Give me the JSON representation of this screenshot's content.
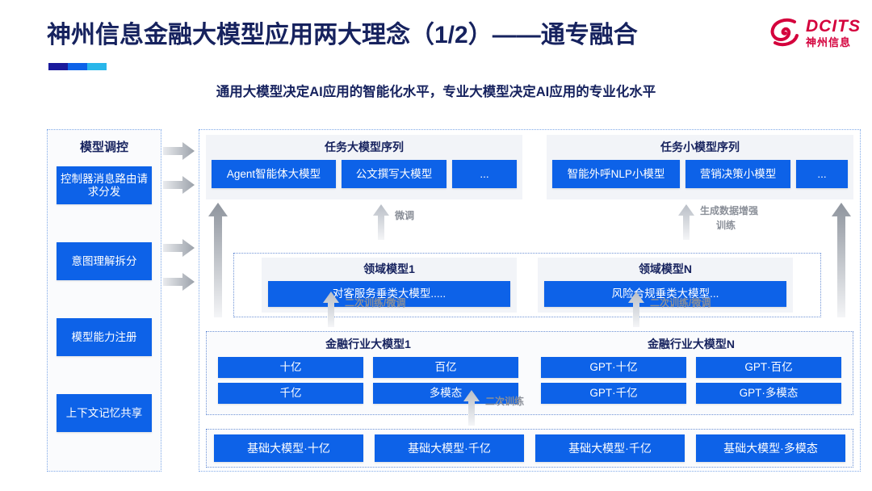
{
  "header": {
    "title": "神州信息金融大模型应用两大理念（1/2）——通专融合",
    "subtitle": "通用大模型决定AI应用的智能化水平，专业大模型决定AI应用的专业化水平",
    "logo_en": "DCITS",
    "logo_cn": "神州信息",
    "accent_color": "#0d62e8",
    "title_color": "#16225e",
    "logo_color": "#d4003c"
  },
  "sidebar": {
    "title": "模型调控",
    "items": [
      {
        "label": "控制器消息路由请求分发"
      },
      {
        "label": "意图理解拆分"
      },
      {
        "label": "模型能力注册"
      },
      {
        "label": "上下文记忆共享"
      }
    ]
  },
  "task_sequences": [
    {
      "title": "任务大模型序列",
      "items": [
        "Agent智能体大模型",
        "公文撰写大模型",
        "..."
      ]
    },
    {
      "title": "任务小模型序列",
      "items": [
        "智能外呼NLP小模型",
        "营销决策小模型",
        "..."
      ]
    }
  ],
  "domain_models": [
    {
      "title": "领域模型1",
      "item": "对客服务垂类大模型....."
    },
    {
      "title": "领域模型N",
      "item": "风险合规垂类大模型..."
    }
  ],
  "industry_models": [
    {
      "title": "金融行业大模型1",
      "items": [
        "十亿",
        "百亿",
        "千亿",
        "多模态"
      ]
    },
    {
      "title": "金融行业大模型N",
      "items": [
        "GPT·十亿",
        "GPT·百亿",
        "GPT·千亿",
        "GPT·多模态"
      ]
    }
  ],
  "base_models": [
    "基础大模型·十亿",
    "基础大模型·千亿",
    "基础大模型·千亿",
    "基础大模型·多模态"
  ],
  "flow_labels": {
    "finetune": "微调",
    "data_augment_line1": "生成数据增强",
    "data_augment_line2": "训练",
    "retrain_finetune_left": "二次训练/微调",
    "retrain_finetune_right": "二次训练/微调",
    "retrain": "二次训练"
  }
}
